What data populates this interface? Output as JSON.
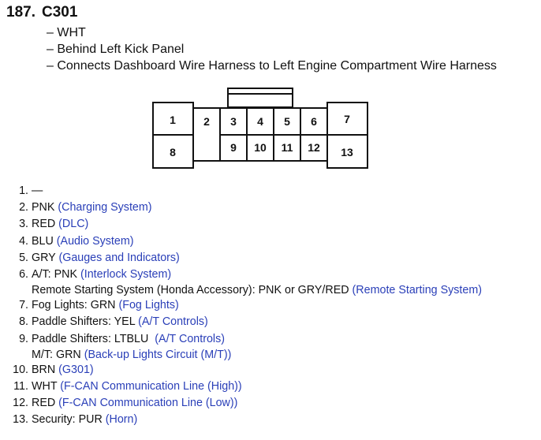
{
  "header": {
    "number": "187.",
    "code": "C301"
  },
  "details": [
    "– WHT",
    "– Behind Left Kick Panel",
    "– Connects Dashboard Wire Harness to Left Engine Compartment Wire Harness"
  ],
  "connector_pins": [
    "1",
    "2",
    "3",
    "4",
    "5",
    "6",
    "7",
    "8",
    "9",
    "10",
    "11",
    "12",
    "13"
  ],
  "pins": [
    {
      "no": "1.",
      "text": "—",
      "link": ""
    },
    {
      "no": "2.",
      "text": "PNK ",
      "link": "(Charging System)"
    },
    {
      "no": "3.",
      "text": "RED ",
      "link": "(DLC)"
    },
    {
      "no": "4.",
      "text": "BLU ",
      "link": "(Audio System)"
    },
    {
      "no": "5.",
      "text": "GRY ",
      "link": "(Gauges and Indicators)"
    },
    {
      "no": "6.",
      "text": "A/T: PNK ",
      "link": "(Interlock System)",
      "extra_text": "Remote Starting System (Honda Accessory): PNK or GRY/RED ",
      "extra_link": "(Remote Starting System)"
    },
    {
      "no": "7.",
      "text": "Fog Lights: GRN ",
      "link": "(Fog Lights)"
    },
    {
      "no": "8.",
      "text": "Paddle Shifters: YEL ",
      "link": "(A/T Controls)"
    },
    {
      "no": "9.",
      "text": "Paddle Shifters: LTBLU  ",
      "link": "(A/T Controls)",
      "extra_text": "M/T: GRN ",
      "extra_link": "(Back-up Lights Circuit (M/T))"
    },
    {
      "no": "10.",
      "text": "BRN ",
      "link": "(G301)"
    },
    {
      "no": "11.",
      "text": "WHT ",
      "link": "(F-CAN Communication Line (High))"
    },
    {
      "no": "12.",
      "text": "RED ",
      "link": "(F-CAN Communication Line (Low))"
    },
    {
      "no": "13.",
      "text": "Security: PUR ",
      "link": "(Horn)"
    }
  ],
  "colors": {
    "link": "#2a3fb8",
    "text": "#111111"
  }
}
